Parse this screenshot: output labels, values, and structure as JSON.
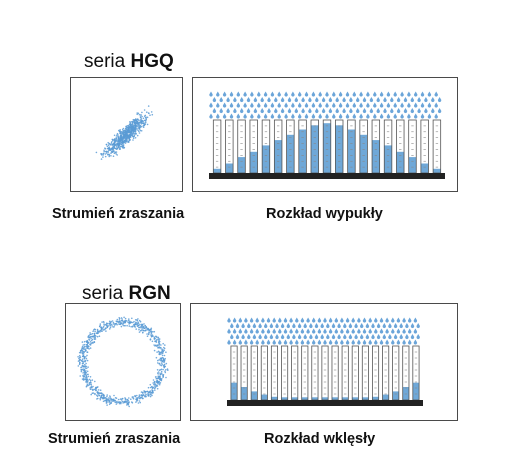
{
  "sections": [
    {
      "series_prefix": "seria",
      "series_code": "HGQ",
      "left_caption": "Strumień zraszania",
      "right_caption": "Rozkład wypukły",
      "spray_pattern": "diagonal-ellipse",
      "distribution": "convex",
      "tube_fill_levels": [
        0.08,
        0.18,
        0.3,
        0.4,
        0.52,
        0.62,
        0.72,
        0.82,
        0.9,
        0.94,
        0.9,
        0.82,
        0.72,
        0.62,
        0.52,
        0.4,
        0.3,
        0.18,
        0.08
      ]
    },
    {
      "series_prefix": "seria",
      "series_code": "RGN",
      "left_caption": "Strumień zraszania",
      "right_caption": "Rozkład wklęsły",
      "spray_pattern": "ring",
      "distribution": "concave",
      "tube_fill_levels": [
        0.32,
        0.24,
        0.16,
        0.1,
        0.06,
        0.05,
        0.05,
        0.05,
        0.05,
        0.05,
        0.05,
        0.05,
        0.05,
        0.05,
        0.06,
        0.1,
        0.16,
        0.24,
        0.32
      ]
    }
  ],
  "colors": {
    "spray": "#5b9bd5",
    "tube_fill": "#6fa8d8",
    "tube_border": "#555555",
    "base_bar": "#222222",
    "frame": "#4a4a4a"
  }
}
